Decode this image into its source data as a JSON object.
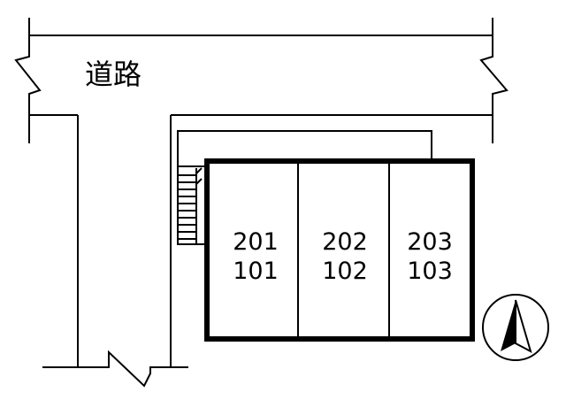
{
  "road": {
    "label": "道路"
  },
  "units": [
    {
      "upper": "201",
      "lower": "101"
    },
    {
      "upper": "202",
      "lower": "102"
    },
    {
      "upper": "203",
      "lower": "103"
    }
  ],
  "compass": {
    "icon": "north-arrow-icon"
  },
  "colors": {
    "line": "#000000",
    "background": "#ffffff"
  }
}
